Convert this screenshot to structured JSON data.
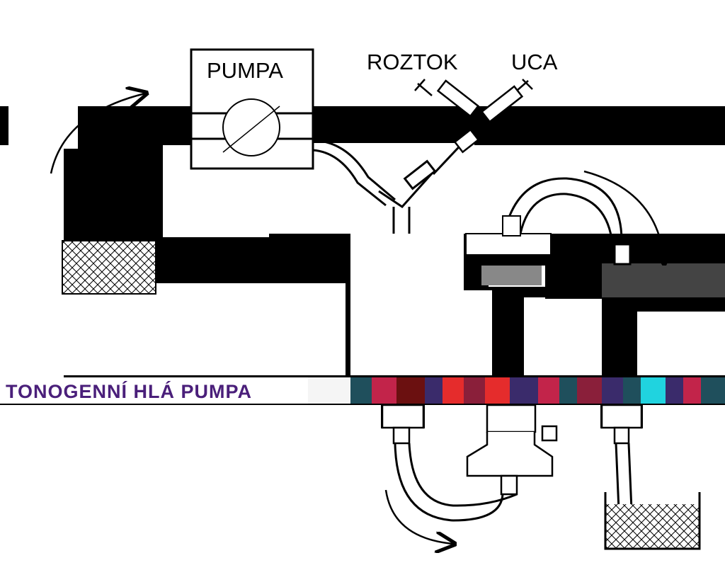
{
  "labels": {
    "pump": "PUMPA",
    "solution": "ROZTOK",
    "contrast": "UCA",
    "band_text": "TONOGENNÍ HLÁ PUMPA"
  },
  "colors": {
    "background": "#000000",
    "line": "#000000",
    "paper": "#ffffff",
    "band_palette": [
      "#3a2b6b",
      "#c2244a",
      "#e52c2c",
      "#1f4f5c",
      "#20d3df",
      "#8a1f3a",
      "#f2f2f2",
      "#6b1010"
    ]
  },
  "icons": [
    "syringe-icon",
    "pump-rotor-icon",
    "flow-arrow-icon",
    "reservoir-icon",
    "cuvette-icon"
  ]
}
